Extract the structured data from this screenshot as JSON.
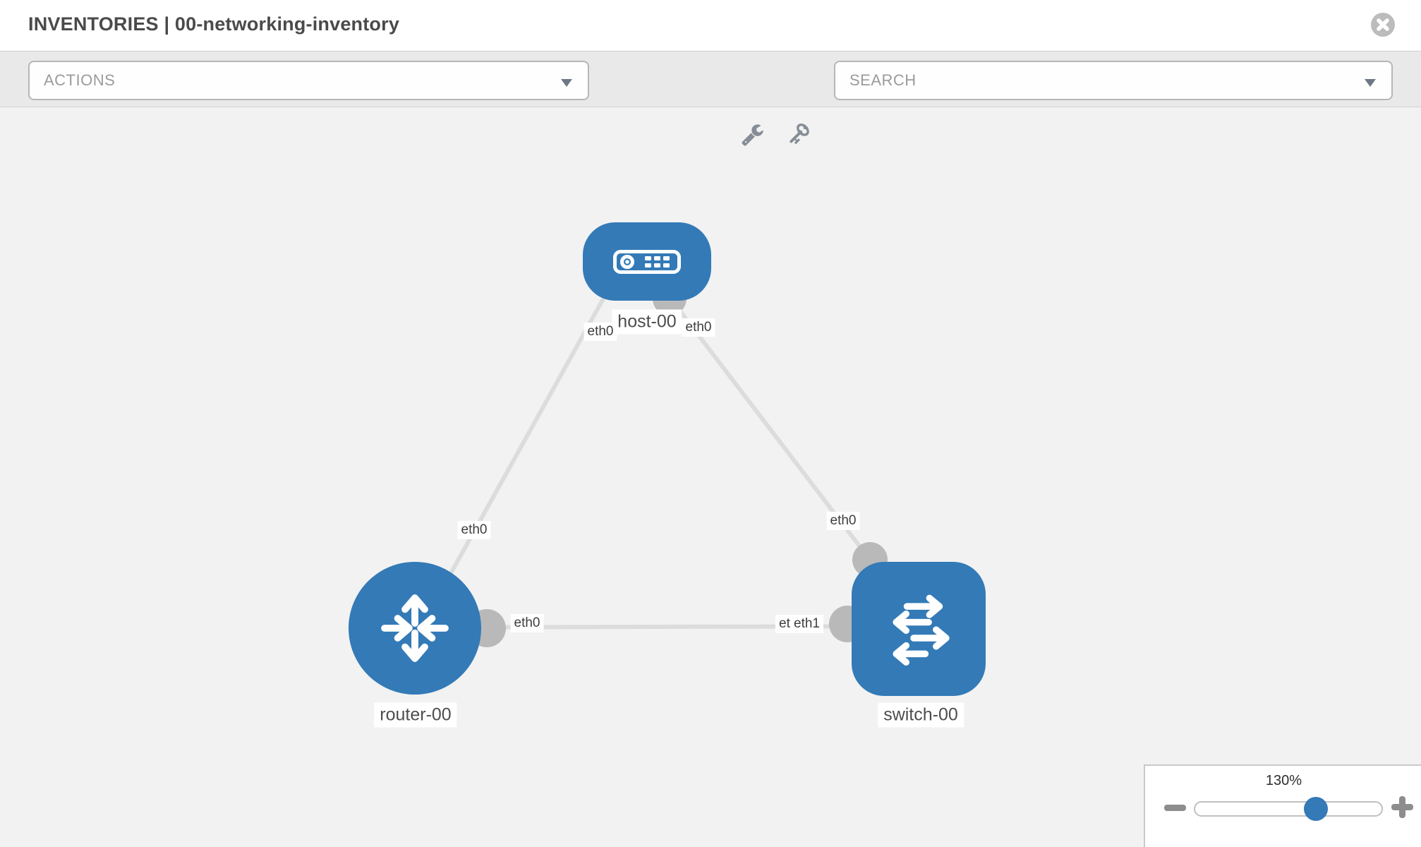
{
  "header": {
    "title": "INVENTORIES | 00-networking-inventory"
  },
  "toolbar": {
    "actions_label": "ACTIONS",
    "search_placeholder": "SEARCH",
    "icons": [
      "wrench-icon",
      "key-icon"
    ]
  },
  "diagram": {
    "nodes": [
      {
        "id": "host-00",
        "type": "host",
        "label": "host-00"
      },
      {
        "id": "router-00",
        "type": "router",
        "label": "router-00"
      },
      {
        "id": "switch-00",
        "type": "switch",
        "label": "switch-00"
      }
    ],
    "links": [
      {
        "from": "host-00",
        "to": "router-00",
        "from_interface": "eth0",
        "to_interface": "eth0"
      },
      {
        "from": "host-00",
        "to": "switch-00",
        "from_interface": "eth0",
        "to_interface": "eth0"
      },
      {
        "from": "router-00",
        "to": "switch-00",
        "from_interface": "eth0",
        "to_interface": "eth1"
      }
    ],
    "interface_labels": {
      "host_router_host_side": "eth0",
      "host_router_router_side": "eth0",
      "host_switch_host_side": "eth0",
      "host_switch_switch_side": "eth0",
      "router_switch_router_side": "eth0",
      "router_switch_switch_side_under": "eth0",
      "router_switch_switch_side": "eth1"
    },
    "colors": {
      "node_blue": "#337ab7",
      "link_gray": "#dcdcdc",
      "port_gray": "#b9b9b9",
      "canvas_bg": "#f2f2f2"
    }
  },
  "zoom_control": {
    "level": "130%",
    "handle_position_pct": 65
  }
}
